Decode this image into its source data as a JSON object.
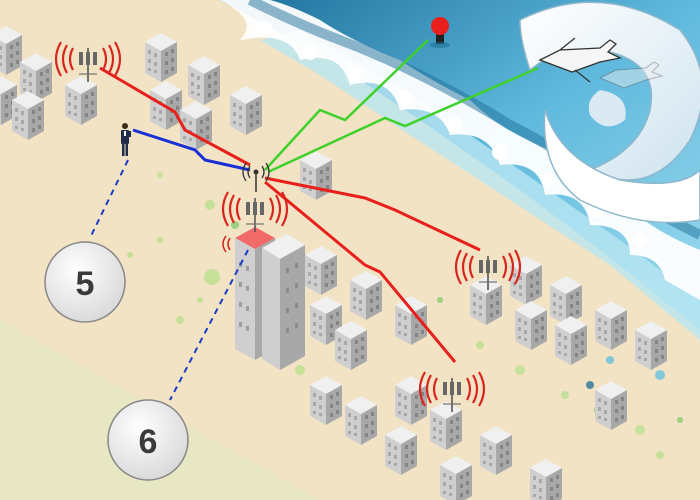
{
  "callouts": [
    {
      "id": "5",
      "label": "5"
    },
    {
      "id": "6",
      "label": "6"
    }
  ],
  "colors": {
    "sand": "#f2e3c4",
    "ocean": "#8fd3ea",
    "ocean_deep": "#1d6f9a",
    "foam": "#ffffff",
    "building_light": "#e6e6e6",
    "building_mid": "#c4c4c4",
    "building_dark": "#9a9a9a",
    "link_red": "#e8201c",
    "link_green": "#3fd12b",
    "link_blue": "#1a2fd6",
    "signal_arc": "#d9251d",
    "callout_line": "#1a3cc8",
    "callout_fill": "#f4f4f4",
    "highlight_roof": "#f06a6a"
  },
  "icons": [
    "cell-tower-icon",
    "central-antenna-icon",
    "person-icon",
    "drone-icon",
    "buoy-icon",
    "hurricane-icon",
    "tsunami-wave-icon"
  ]
}
